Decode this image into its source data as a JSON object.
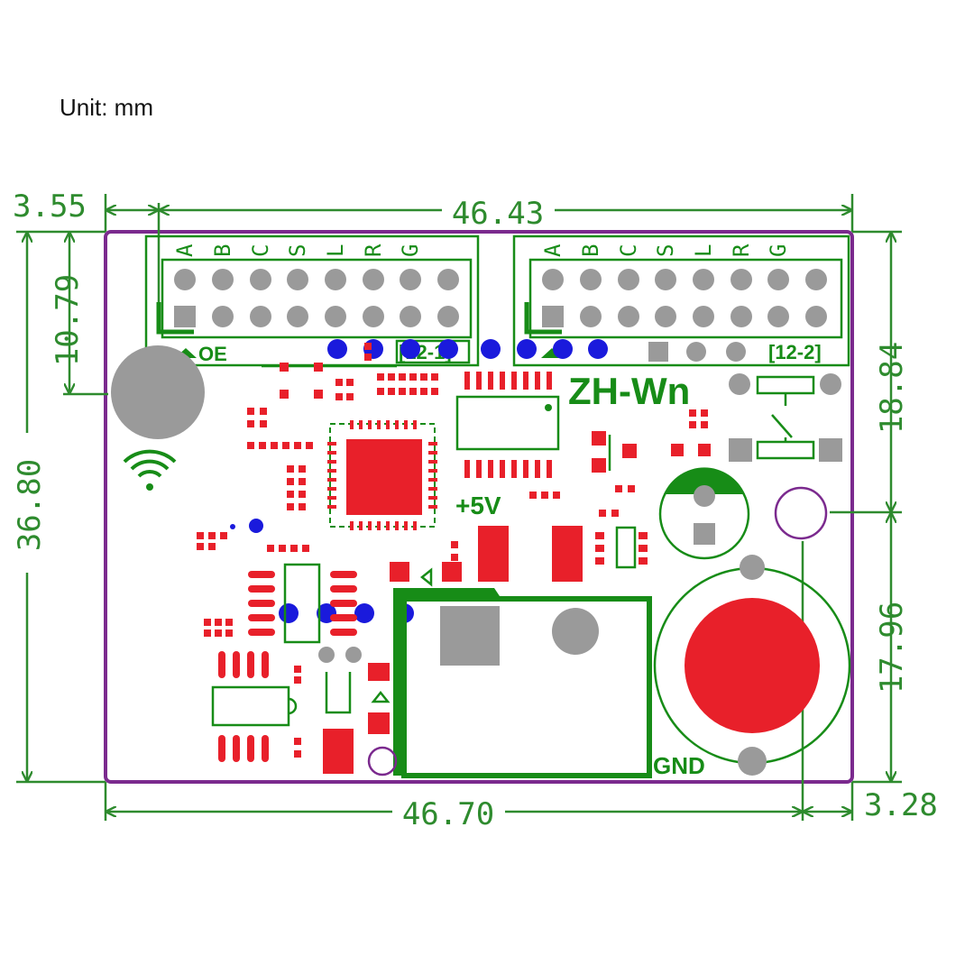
{
  "unit_label": "Unit: mm",
  "colors": {
    "dimension": "#2e8b2e",
    "board_outline": "#7b2a8e",
    "silkscreen": "#178c17",
    "pad_red": "#e8202a",
    "pad_gray": "#9a9a9a",
    "via_blue": "#1a1adc"
  },
  "dimensions": {
    "top_left_offset": "3.55",
    "top_width": "46.43",
    "header_height": "10.79",
    "left_height": "36.80",
    "right_upper": "18.84",
    "right_lower": "17.96",
    "bottom_width": "46.70",
    "bottom_right_offset": "3.28"
  },
  "board": {
    "model_label": "ZH-Wn",
    "power_label": "+5V",
    "ground_label": "GND",
    "oe_label": "OE",
    "header_left_label": "[12-1]",
    "header_right_label": "[12-2]",
    "pin_labels": [
      "A",
      "B",
      "C",
      "S",
      "L",
      "R",
      "G"
    ]
  }
}
